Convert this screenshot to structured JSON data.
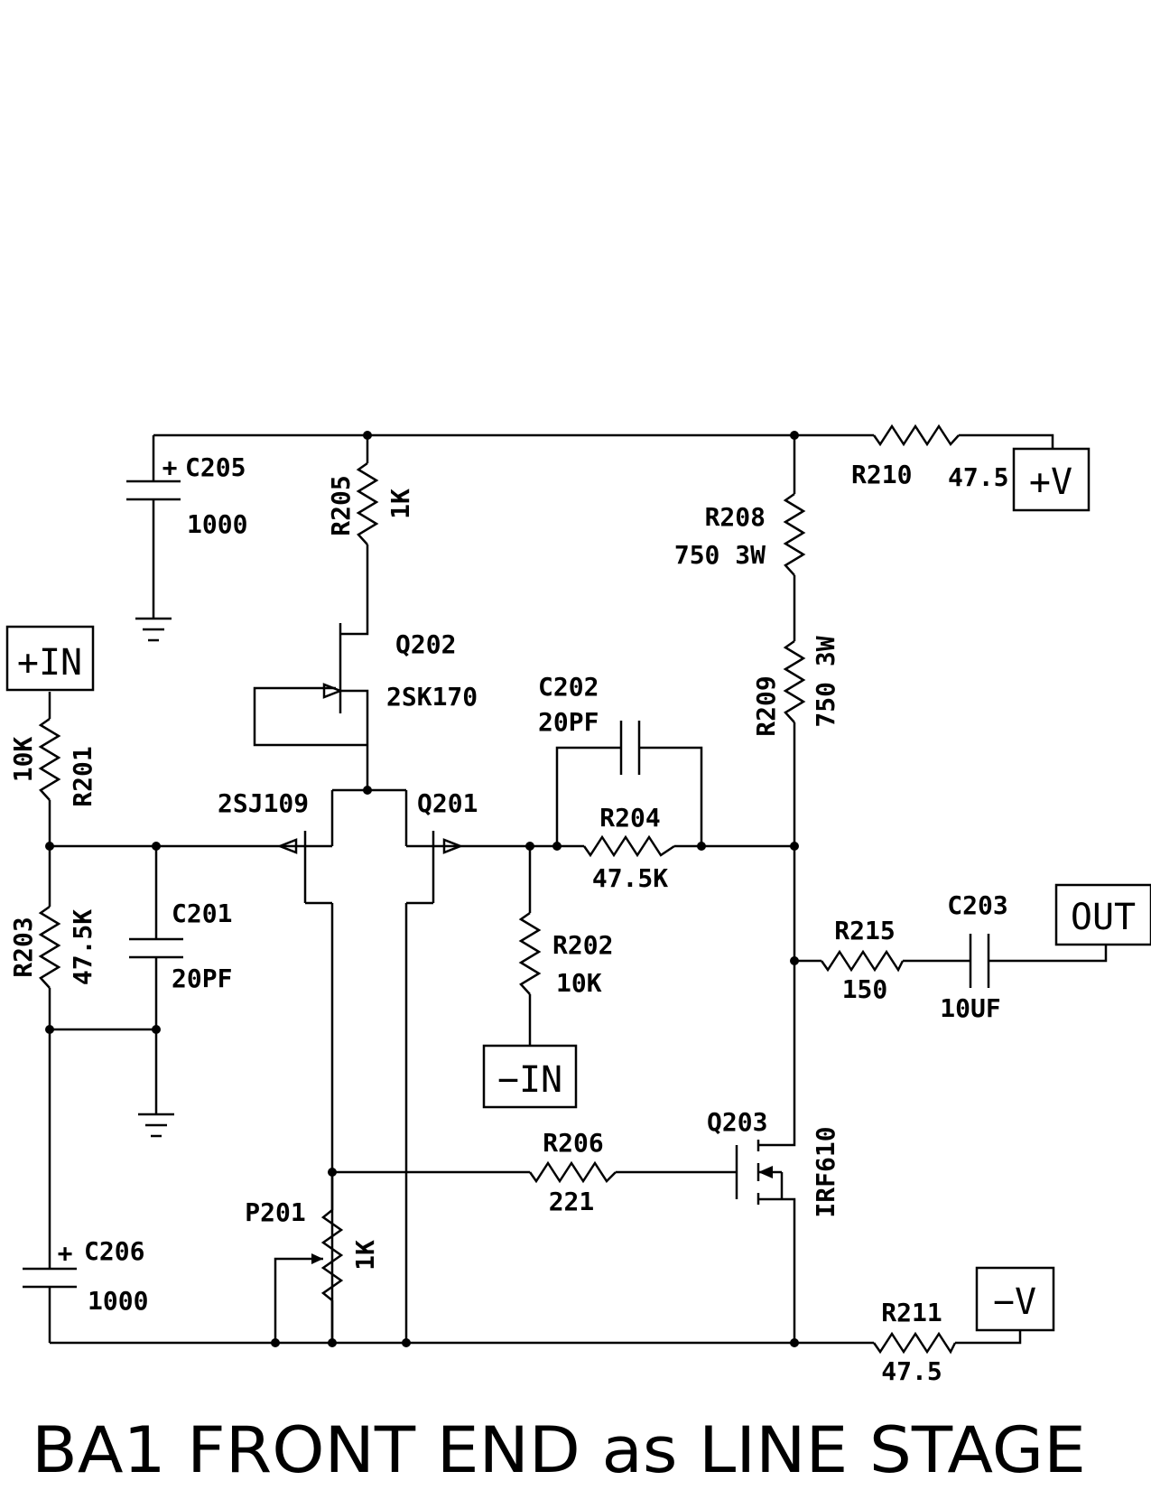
{
  "title": "BA1 FRONT END as LINE STAGE",
  "ports": {
    "pos_in": "+IN",
    "neg_in": "−IN",
    "pos_v": "+V",
    "neg_v": "−V",
    "out": "OUT"
  },
  "components": {
    "c205": {
      "ref": "C205",
      "value": "1000"
    },
    "c206": {
      "ref": "C206",
      "value": "1000"
    },
    "c201": {
      "ref": "C201",
      "value": "20PF"
    },
    "c202": {
      "ref": "C202",
      "value": "20PF"
    },
    "c203": {
      "ref": "C203",
      "value": "10UF"
    },
    "r201": {
      "ref": "R201",
      "value": "10K"
    },
    "r202": {
      "ref": "R202",
      "value": "10K"
    },
    "r203": {
      "ref": "R203",
      "value": "47.5K"
    },
    "r204": {
      "ref": "R204",
      "value": "47.5K"
    },
    "r205": {
      "ref": "R205",
      "value": "1K"
    },
    "r206": {
      "ref": "R206",
      "value": "221"
    },
    "r208": {
      "ref": "R208",
      "value": "750 3W"
    },
    "r209": {
      "ref": "R209",
      "value": "750 3W"
    },
    "r210": {
      "ref": "R210",
      "value": "47.5"
    },
    "r211": {
      "ref": "R211",
      "value": "47.5"
    },
    "r215": {
      "ref": "R215",
      "value": "150"
    },
    "p201": {
      "ref": "P201",
      "value": "1K"
    },
    "q201": {
      "ref": "Q201",
      "part": "2SJ109"
    },
    "q202": {
      "ref": "Q202",
      "part": "2SK170"
    },
    "q203": {
      "ref": "Q203",
      "part": "IRF610"
    }
  },
  "polarity_mark": "+"
}
